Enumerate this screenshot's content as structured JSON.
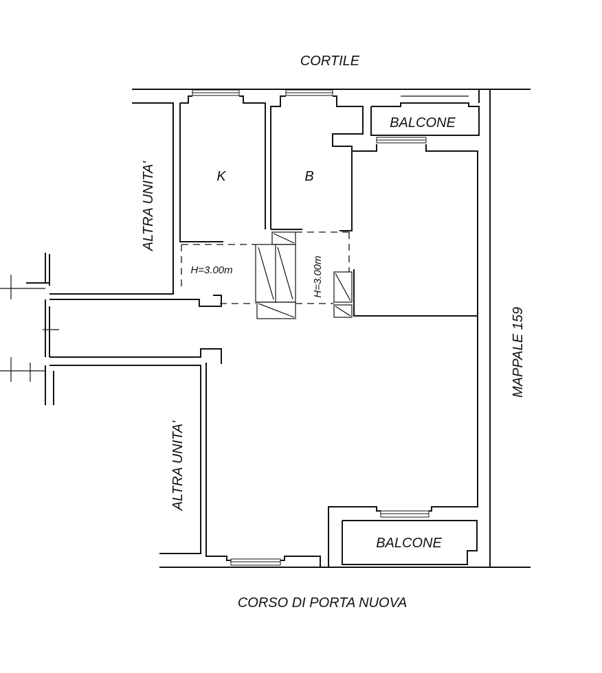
{
  "labels": {
    "top_street": "CORTILE",
    "bottom_street": "CORSO DI PORTA NUOVA",
    "right_neighbor": "MAPPALE 159",
    "left_neighbor_upper": "ALTRA UNITA'",
    "left_neighbor_lower": "ALTRA UNITA'",
    "room_k": "K",
    "room_b": "B",
    "balcony_top": "BALCONE",
    "balcony_bottom": "BALCONE",
    "height_left": "H=3.00m",
    "height_center": "H=3.00m"
  }
}
